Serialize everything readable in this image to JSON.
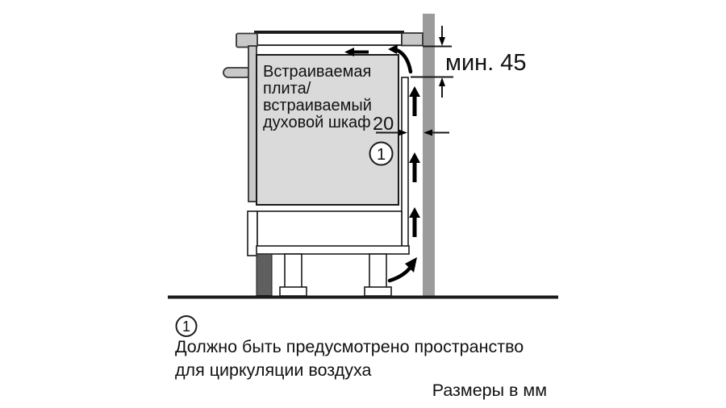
{
  "diagram": {
    "appliance_label_lines": [
      "Встраиваемая",
      "плита/",
      "встраиваемый",
      "духовой шкаф"
    ],
    "gap_dimension_mm": "20",
    "min_clearance_label": "мин. 45",
    "callout_number": "1"
  },
  "footnote": {
    "number": "1",
    "line1": "Должно быть предусмотрено пространство",
    "line2": "для циркуляции воздуха"
  },
  "units_label": "Размеры в мм",
  "colors": {
    "oven_fill": "#dadada",
    "worktop_fill": "#c9c9c9",
    "wall_fill": "#9b9b9b",
    "plinth_fill": "#5f5f5f",
    "outline": "#1a1a1a"
  }
}
